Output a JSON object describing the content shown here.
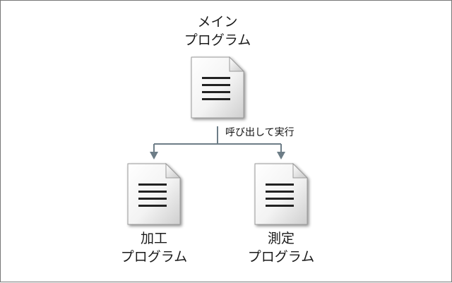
{
  "nodes": {
    "main": {
      "line1": "メイン",
      "line2": "プログラム"
    },
    "process": {
      "line1": "加工",
      "line2": "プログラム"
    },
    "measure": {
      "line1": "測定",
      "line2": "プログラム"
    }
  },
  "edge_label": "呼び出して実行",
  "colors": {
    "connector": "#6d7d87",
    "doc_line": "#222222",
    "frame": "#777777"
  },
  "icons": {
    "document": "document-icon"
  }
}
